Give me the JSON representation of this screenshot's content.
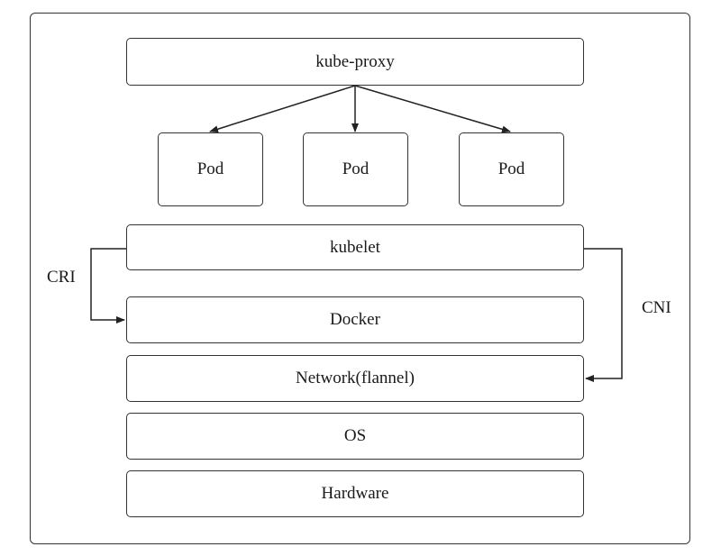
{
  "components": {
    "kube_proxy": "kube-proxy",
    "pods": [
      "Pod",
      "Pod",
      "Pod"
    ],
    "kubelet": "kubelet",
    "docker": "Docker",
    "network": "Network(flannel)",
    "os": "OS",
    "hardware": "Hardware"
  },
  "interfaces": {
    "cri": "CRI",
    "cni": "CNI"
  },
  "relations": [
    {
      "from": "kube-proxy",
      "to": "Pod (left)"
    },
    {
      "from": "kube-proxy",
      "to": "Pod (center)"
    },
    {
      "from": "kube-proxy",
      "to": "Pod (right)"
    },
    {
      "from": "kubelet",
      "to": "Docker",
      "via": "CRI"
    },
    {
      "from": "kubelet",
      "to": "Network(flannel)",
      "via": "CNI"
    }
  ]
}
